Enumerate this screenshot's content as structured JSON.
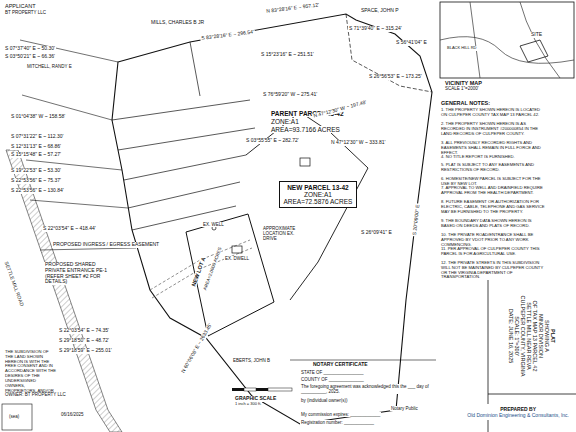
{
  "diagram": {
    "nodes": [
      {
        "text": [
          "NEW PARCEL 13-42",
          "ZONE:A1",
          "AREA=72.5876 ACRES"
        ]
      },
      {
        "text": [
          "PLAT",
          "SHOWING A",
          "MINOR DIVISION",
          "OF TAX MAP 13 PARCEL 42",
          "SETTLE MILL NEAR REVA",
          "CULPEPER COUNTY, VIRGINIA",
          "SCALE: 1\"=300'",
          "DATE: JUNE 16, 2025"
        ]
      },
      {
        "text": [
          "PREPARED BY",
          "Old Dominion Engineering & Consultants, Inc."
        ]
      }
    ],
    "labels": [
      "APPLICANT",
      "BT PROPERTY LLC",
      "MILLS, CHARLES B JR",
      "N 83°28'16\" E ~ 957.12'",
      "SPACE, JOHN P",
      "S 71°39'40\" E ~ 315.24'",
      "S 56°41'04\" E",
      "S 26°56'53\" E ~ 173.25'",
      "S 83°28'16\" E ~ 296.54'",
      "S 15°23'16\" E ~ 251.51'",
      "S 76°59'20\" W ~ 275.41'",
      "PARENT PARCEL 13-42",
      "ZONE:A1",
      "AREA=93.7166 ACRES",
      "S 03°55'55\" E ~ 282.72'",
      "MITCHELL, RANDY E",
      "S 07°37'40\" E ~ 50.30'",
      "S 03°50'21\" E ~ 66.36'",
      "S 01°04'38\" W ~ 158.58'",
      "S 07°31'22\" E ~ 112.30'",
      "S 12°31'13\" E ~ 68.86'",
      "S 15°15'48\" E ~ 57.27'",
      "S 19°22'53\" E ~ 53.30'",
      "S 22°53'56\" E ~ 75.37'",
      "S 22°53'56\" E ~ 130.84'",
      "S 22°03'54\" E ~ 418.44'",
      "PROPOSED INGRESS / EGRESS EASEMENT",
      "PROPOSED SHARED PRIVATE ENTRANCE PE-1 (REFER SHEET #2 FOR DETAILS)",
      "SETTLE MILL ROAD",
      "N 47°12'30\" W ~ 197.48'",
      "N 47°12'30\" W ~ 333.81'",
      "EX. WELL",
      "EX. DWELL",
      "APPROXIMATE LOCATION EX. DRIVE",
      "NEW LOT A",
      "AREA=2.0000 ACRES",
      "S 22°03'54\" E ~ 74.35'",
      "S 29°18'50\" E ~ 48.72'",
      "S 29°18'59\" E ~ 255.01'",
      "N 60°06'08\" E ~ 2633.45'",
      "EBERTS, JOHN B",
      "S 20°09'00\" E",
      "S 26°09'41\" E",
      "GRAPHIC SCALE",
      "1 inch = 300 ft.",
      "VICINITY MAP",
      "SCALE 1\"=2000'",
      "SITE",
      "BLACK HILL RD",
      "GENERAL NOTES:",
      "1. THE PROPERTY SHOWN HEREON IS LOCATED ON CULPEPER COUNTY TAX MAP 13 PARCEL 42.",
      "2. THE PROPERTY SHOWN HEREON IS AS RECORDED IN INSTRUMENT #200000854 IN THE LAND RECORDS OF CULPEPER COUNTY.",
      "3. ALL PREVIOUSLY RECORDED RIGHTS AND EASEMENTS SHALL REMAIN IN FULL FORCE AND EFFECT.",
      "4. NO TITLE REPORT IS FURNISHED.",
      "5. PLAT IS SUBJECT TO ANY EASEMENTS AND RESTRICTIONS OF RECORD.",
      "6. HOMESITE/NEW PARCEL IS SUBJECT FOR THE USE BY NEW LOT.",
      "7. APPROVAL TO WELL AND DRAINFIELD REQUIRE APPROVAL FROM THE HEALTH DEPARTMENT.",
      "8. FUTURE EASEMENT OR AUTHORIZATION FOR ELECTRIC, CABLE, TELEPHONE AND GAS SERVICE MAY BE FURNISHED TO THE PROPERTY.",
      "9. THE BOUNDARY DATA SHOWN HEREON IS BASED ON DEEDS AND PLATS OF RECORD.",
      "10. THE PRIVATE ROAD/ENTRANCE SHALL BE APPROVED BY VDOT PRIOR TO ANY WORK COMMENCING.",
      "11. PER APPROVAL OF CULPEPER COUNTY THIS PARCEL IS FOR AGRICULTURAL USE.",
      "12. THE PRIVATE STREETS IN THIS SUBDIVISION WILL NOT BE MAINTAINED BY CULPEPER COUNTY OR THE VIRGINIA DEPARTMENT OF TRANSPORTATION.",
      "NOTARY CERTIFICATE",
      "STATE OF ________________",
      "COUNTY OF ______________",
      "The foregoing agreement was acknowledged this the ___ day of __________, 2025.",
      "by (individual owner(s))",
      "Notary Public",
      "My commission expires: ____________",
      "Registration number: ____________",
      "THE SUBDIVISION OF THE LAND SHOWN HEREON IS WITH THE FREE CONSENT AND IN ACCORDANCE WITH THE DESIRES OF THE UNDERSIGNED OWNERS, PROPRIETORS, AND/OR TRUSTEES.",
      "OWNER: BT PROPERTY LLC",
      "06/16/2025",
      "(sea)"
    ]
  }
}
